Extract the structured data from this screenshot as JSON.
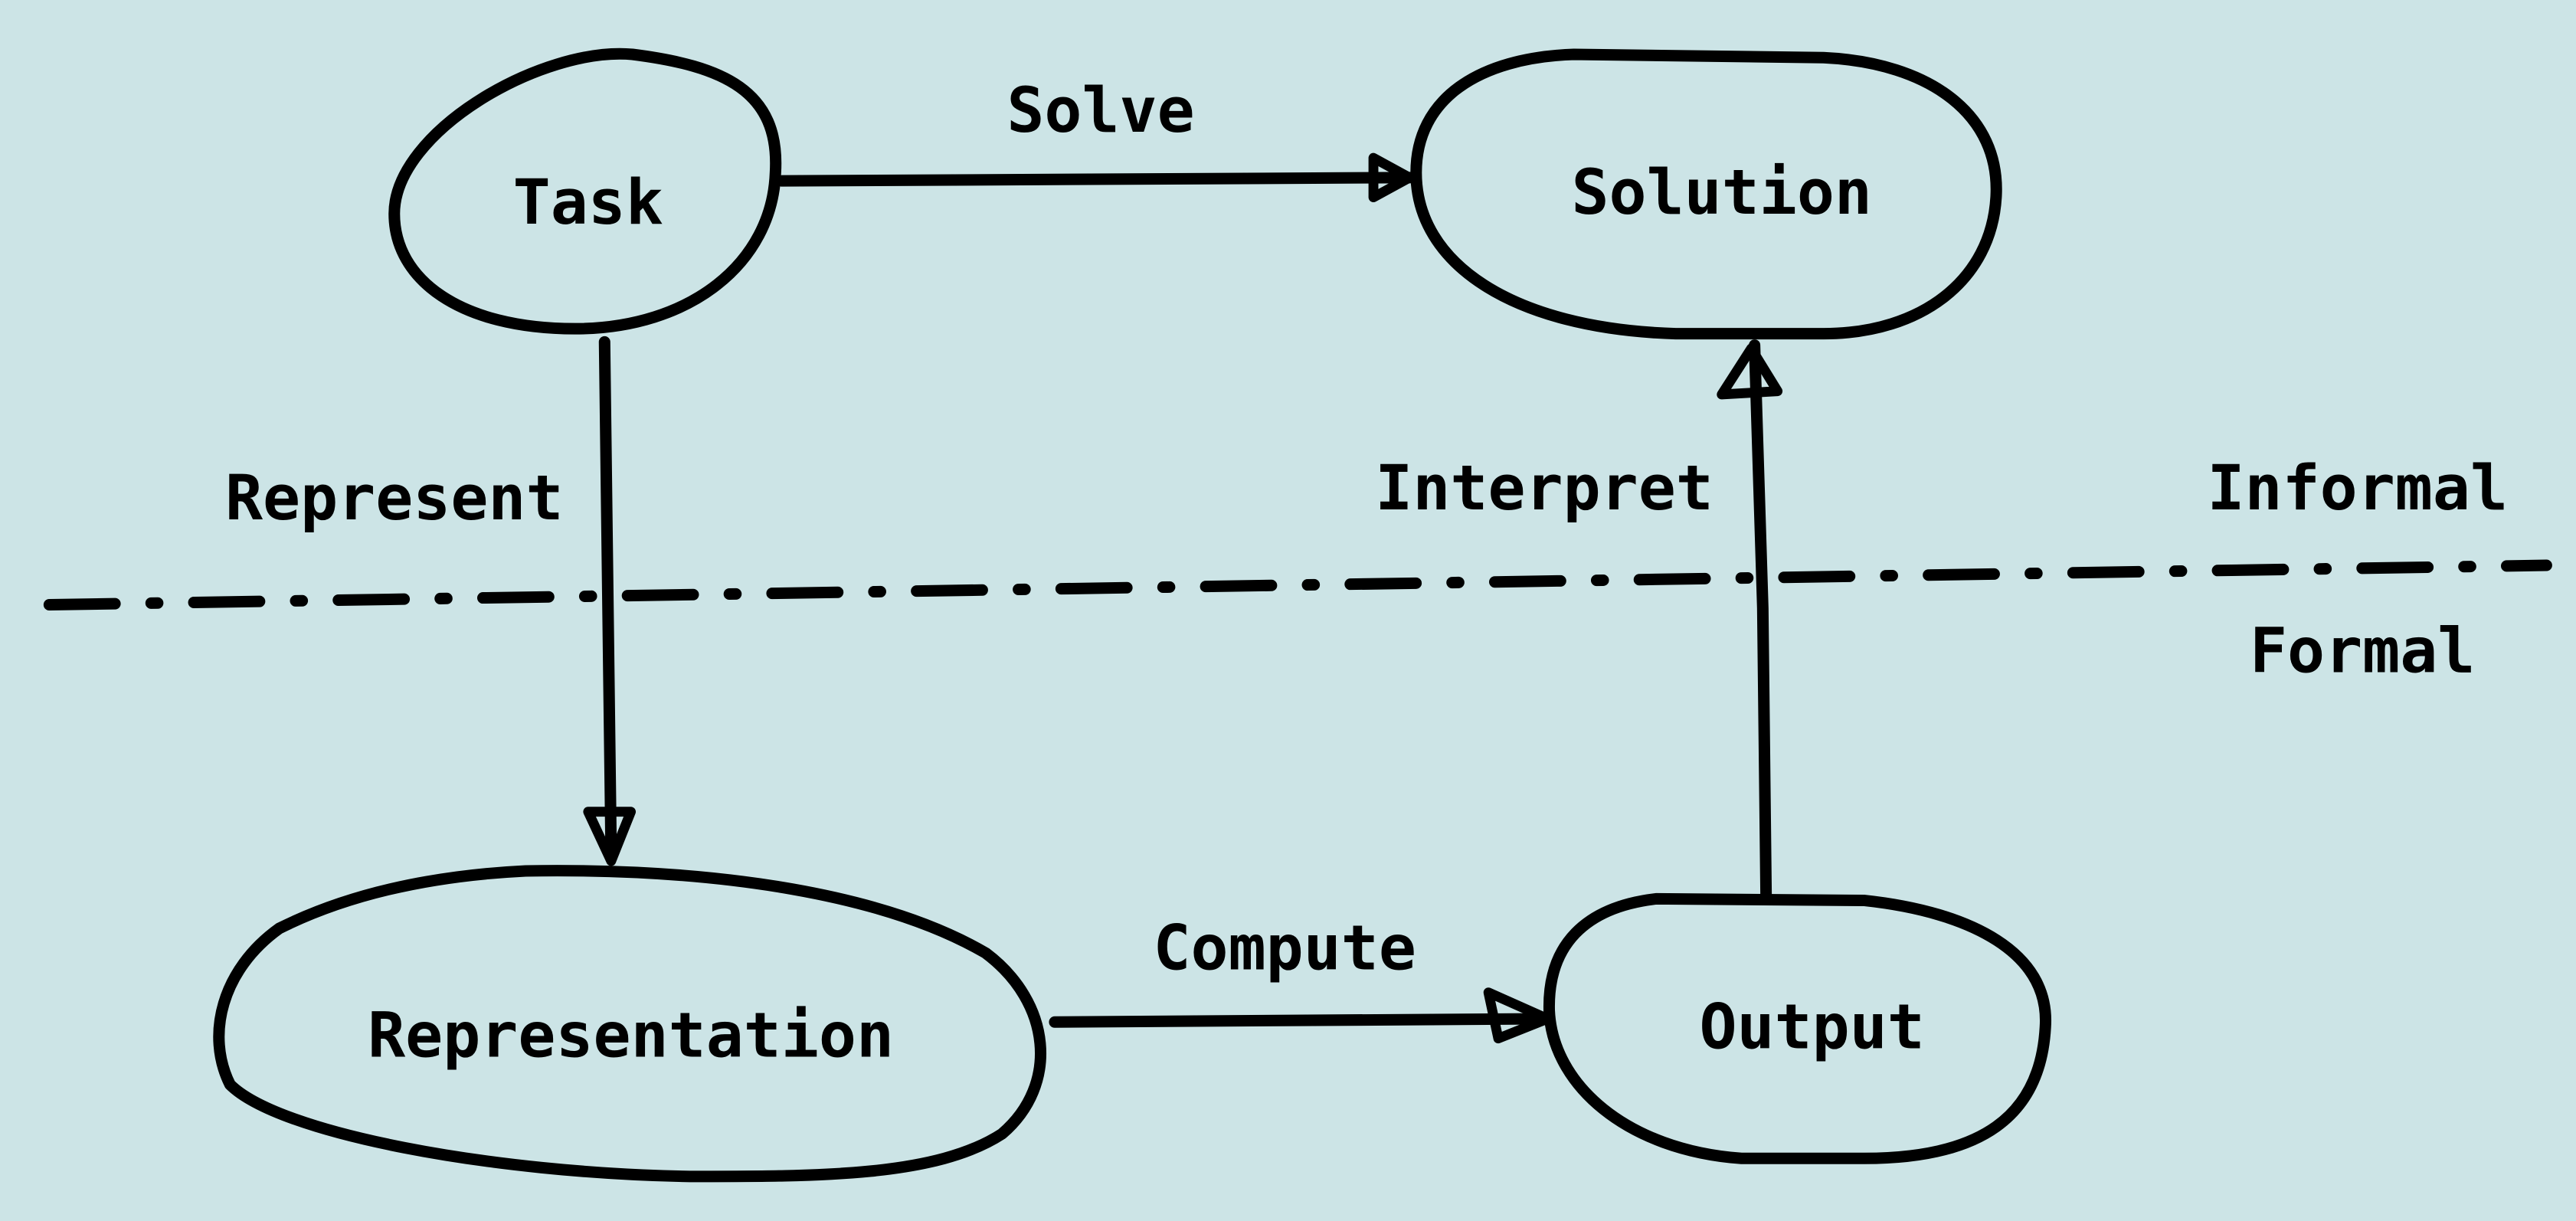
{
  "background_color": "#cce4e6",
  "stroke_color": "#000000",
  "nodes": {
    "task": "Task",
    "solution": "Solution",
    "representation": "Representation",
    "output": "Output"
  },
  "edges": {
    "solve": "Solve",
    "represent": "Represent",
    "compute": "Compute",
    "interpret": "Interpret"
  },
  "regions": {
    "informal": "Informal",
    "formal": "Formal"
  }
}
